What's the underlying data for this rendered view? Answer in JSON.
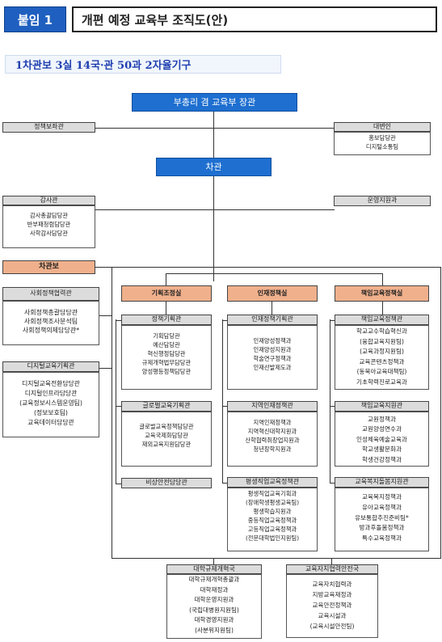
{
  "header": {
    "badge": "붙임 1",
    "title": "개편 예정 교육부 조직도(안)"
  },
  "subtitle": "1차관보 3실 14국·관 50과 2자율기구",
  "minister": "부총리 겸 교육부 장관",
  "vice_minister": "차관",
  "policy_advisor": "정책보좌관",
  "spokesperson": {
    "title": "대변인",
    "items": [
      "홍보담당관",
      "디지털소통팀"
    ]
  },
  "audit": {
    "title": "감사관",
    "items": [
      "감사총괄담당관",
      "반부패청렴담당관",
      "사학감사담당관"
    ]
  },
  "operations": "운영지원과",
  "deputy": "차관보",
  "social_policy": {
    "title": "사회정책협력관",
    "items": [
      "사회정책총괄담당관",
      "사회정책조사분석팀",
      "사회정책의제담당관*"
    ]
  },
  "digital": {
    "title": "디지털교육기획관",
    "items": [
      "디지털교육전환담당관",
      "디지털인프라담당관",
      "(교육정보시스템운영팀)",
      "(정보보호팀)",
      "교육데이터담당관"
    ]
  },
  "office_planning": {
    "title": "기획조정실",
    "planning": {
      "title": "정책기획관",
      "items": [
        "기획담당관",
        "예산담당관",
        "혁신행정담당관",
        "규제개혁법무담당관",
        "양성평등정책담당관"
      ]
    },
    "global": {
      "title": "글로벌교육기획관",
      "items": [
        "글로벌교육정책담당관",
        "교육국제화담당관",
        "재외교육지원담당관"
      ]
    },
    "emergency": "비상안전담당관"
  },
  "office_talent": {
    "title": "인재정책실",
    "planning": {
      "title": "인재정책기획관",
      "items": [
        "인재양성정책과",
        "인재양성지원과",
        "학술연구정책과",
        "인재선발제도과"
      ]
    },
    "regional": {
      "title": "지역인재정책관",
      "items": [
        "지역인재정책과",
        "지역혁신대학지원과",
        "산학협력취창업지원과",
        "청년장학지원과"
      ]
    },
    "lifelong": {
      "title": "평생직업교육정책관",
      "items": [
        "평생직업교육기획과",
        "(장애학생평생교육팀)",
        "평생학습지원과",
        "중등직업교육정책과",
        "고등직업교육정책과",
        "(전문대학법인지원팀)"
      ]
    }
  },
  "office_responsible": {
    "title": "책임교육정책실",
    "policy": {
      "title": "책임교육정책관",
      "items": [
        "학교교수학습혁신과",
        "(융합교육지원팀)",
        "(교육과정지원팀)",
        "교육콘텐츠정책과",
        "(동북아교육대책팀)",
        "기초학력진로교육과"
      ]
    },
    "support": {
      "title": "책임교육지원관",
      "items": [
        "교원정책과",
        "교원양성연수과",
        "인성체육예술교육과",
        "학교생활문화과",
        "학생건강정책과"
      ]
    },
    "welfare": {
      "title": "교육복지돌봄지원관",
      "items": [
        "교육복지정책과",
        "유아교육정책과",
        "유보통합추진준비팀*",
        "방과후돌봄정책과",
        "특수교육정책과"
      ]
    }
  },
  "university": {
    "title": "대학규제개혁국",
    "items": [
      "대학규제개혁총괄과",
      "대학재정과",
      "대학운영지원과",
      "(국립대병원지원팀)",
      "대학경영지원과",
      "(사분위지원팀)"
    ]
  },
  "local": {
    "title": "교육자치협력안전국",
    "items": [
      "교육자치협력과",
      "지방교육재정과",
      "교육안전정책과",
      "교육시설과",
      "(교육시설안전팀)"
    ]
  },
  "colors": {
    "blue": "#1e6fd0",
    "orange": "#f0b08c",
    "grey": "#dcdcdc",
    "title_blue": "#1f3fb0"
  }
}
